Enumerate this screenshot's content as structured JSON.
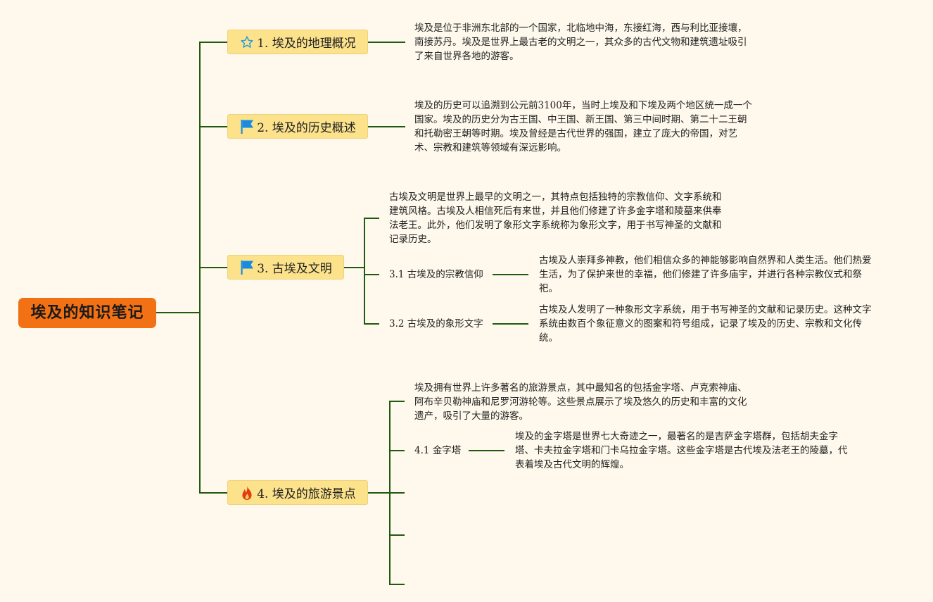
{
  "root": {
    "title": "埃及的知识笔记"
  },
  "topics": [
    {
      "label": "1. 埃及的地理概况",
      "icon": "star-outline-icon",
      "note": [
        "埃及是位于非洲东北部的一个国家，北临地中海，东接红海，西与利比亚接壤，",
        "南接苏丹。埃及是世界上最古老的文明之一，其众多的古代文物和建筑遗址吸引",
        "了来自世界各地的游客。"
      ]
    },
    {
      "label": "2. 埃及的历史概述",
      "icon": "flag-icon",
      "note": [
        "埃及的历史可以追溯到公元前3100年，当时上埃及和下埃及两个地区统一成一个",
        "国家。埃及的历史分为古王国、中王国、新王国、第三中间时期、第二十二王朝",
        "和托勒密王朝等时期。埃及曾经是古代世界的强国，建立了庞大的帝国，对艺",
        "术、宗教和建筑等领域有深远影响。"
      ]
    },
    {
      "label": "3. 古埃及文明",
      "icon": "flag-icon",
      "note": [
        "古埃及文明是世界上最早的文明之一，其特点包括独特的宗教信仰、文字系统和",
        "建筑风格。古埃及人相信死后有来世，并且他们修建了许多金字塔和陵墓来供奉",
        "法老王。此外，他们发明了象形文字系统称为象形文字，用于书写神圣的文献和",
        "记录历史。"
      ],
      "subtopics": [
        {
          "label": "3.1 古埃及的宗教信仰",
          "note": [
            "古埃及人崇拜多神教，他们相信众多的神能够影响自然界和人类生活。他们热爱",
            "生活，为了保护来世的幸福，他们修建了许多庙宇，并进行各种宗教仪式和祭",
            "祀。"
          ]
        },
        {
          "label": "3.2 古埃及的象形文字",
          "note": [
            "古埃及人发明了一种象形文字系统，用于书写神圣的文献和记录历史。这种文字",
            "系统由数百个象征意义的图案和符号组成，记录了埃及的历史、宗教和文化传",
            "统。"
          ]
        }
      ]
    },
    {
      "label": "4. 埃及的旅游景点",
      "icon": "fire-icon",
      "note": [
        "埃及拥有世界上许多著名的旅游景点，其中最知名的包括金字塔、卢克索神庙、",
        "阿布辛贝勒神庙和尼罗河游轮等。这些景点展示了埃及悠久的历史和丰富的文化",
        "遗产，吸引了大量的游客。"
      ],
      "subtopics": [
        {
          "label": "4.1 金字塔",
          "note": [
            "埃及的金字塔是世界七大奇迹之一，最著名的是吉萨金字塔群，包括胡夫金字",
            "塔、卡夫拉金字塔和门卡乌拉金字塔。这些金字塔是古代埃及法老王的陵墓，代",
            "表着埃及古代文明的辉煌。"
          ]
        }
      ]
    }
  ],
  "colors": {
    "background": "#fef9ec",
    "root_fill": "#f27114",
    "topic_fill": "#fce28b",
    "connector": "#1f5a10",
    "flag": "#1a8ce0",
    "star": "#2f9be0",
    "fire": "#e23a12"
  }
}
